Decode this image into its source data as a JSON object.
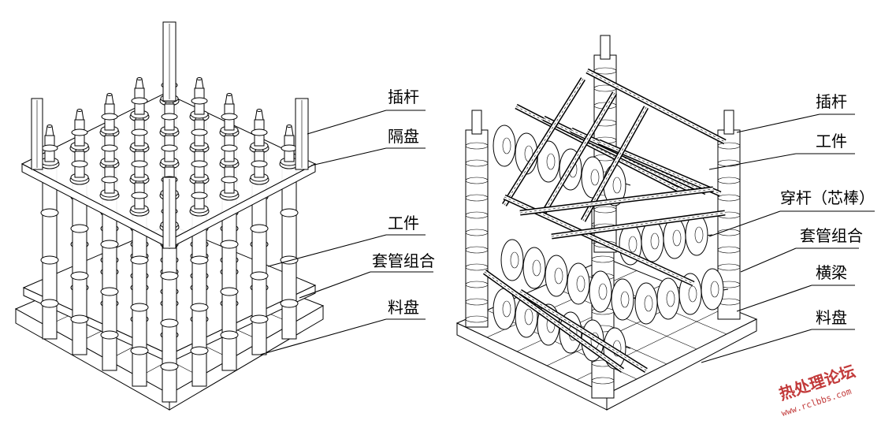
{
  "left_assembly": {
    "labels": [
      "插杆",
      "隔盘",
      "工件",
      "套管组合",
      "料盘"
    ]
  },
  "right_assembly": {
    "labels": [
      "插杆",
      "工件",
      "穿杆（芯棒）",
      "套管组合",
      "横梁",
      "料盘"
    ]
  },
  "watermark": {
    "title": "热处理论坛",
    "url": "www.rclbbs.com",
    "color": "#c23a3a"
  }
}
